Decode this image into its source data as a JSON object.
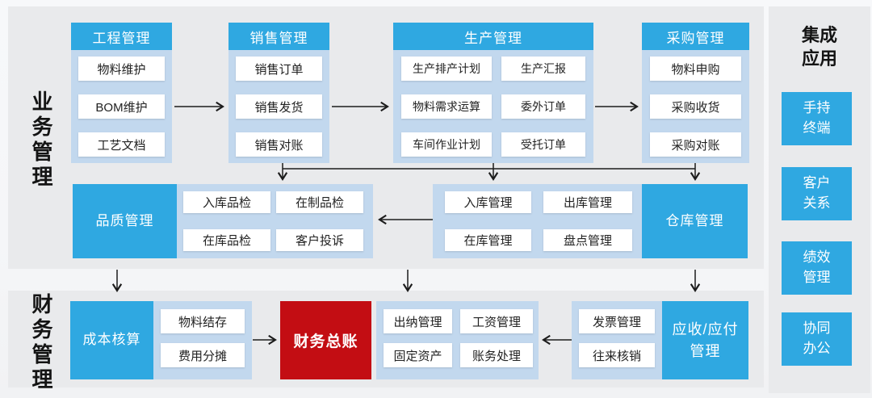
{
  "labels": {
    "business": "业务管理",
    "finance": "财务管理"
  },
  "columns": [
    {
      "header": "工程管理",
      "items": [
        "物料维护",
        "BOM维护",
        "工艺文档"
      ]
    },
    {
      "header": "销售管理",
      "items": [
        "销售订单",
        "销售发货",
        "销售对账"
      ]
    },
    {
      "header": "生产管理",
      "items_left": [
        "生产排产计划",
        "物料需求运算",
        "车间作业计划"
      ],
      "items_right": [
        "生产汇报",
        "委外订单",
        "受托订单"
      ]
    },
    {
      "header": "采购管理",
      "items": [
        "物料申购",
        "采购收货",
        "采购对账"
      ]
    }
  ],
  "middle": {
    "quality": {
      "title": "品质管理",
      "items": [
        "入库品检",
        "在制品检",
        "在库品检",
        "客户投诉"
      ]
    },
    "warehouse": {
      "title": "仓库管理",
      "items": [
        "入库管理",
        "出库管理",
        "在库管理",
        "盘点管理"
      ]
    }
  },
  "finance_row": {
    "cost": {
      "title": "成本核算",
      "items": [
        "物料结存",
        "费用分摊"
      ]
    },
    "ledger": {
      "title": "财务总账",
      "items": [
        "出纳管理",
        "工资管理",
        "固定资产",
        "账务处理"
      ]
    },
    "arap": {
      "title_line1": "应收/应付",
      "title_line2": "管理",
      "items": [
        "发票管理",
        "往来核销"
      ]
    }
  },
  "sidebar": {
    "title_line1": "集成",
    "title_line2": "应用",
    "items": [
      {
        "line1": "手持",
        "line2": "终端"
      },
      {
        "line1": "客户",
        "line2": "关系"
      },
      {
        "line1": "绩效",
        "line2": "管理"
      },
      {
        "line1": "协同",
        "line2": "办公"
      }
    ]
  },
  "colors": {
    "accent_blue": "#2fa8e1",
    "panel_blue": "#c2d8ee",
    "accent_red": "#c30d13",
    "arrow": "#1c1c1c"
  }
}
